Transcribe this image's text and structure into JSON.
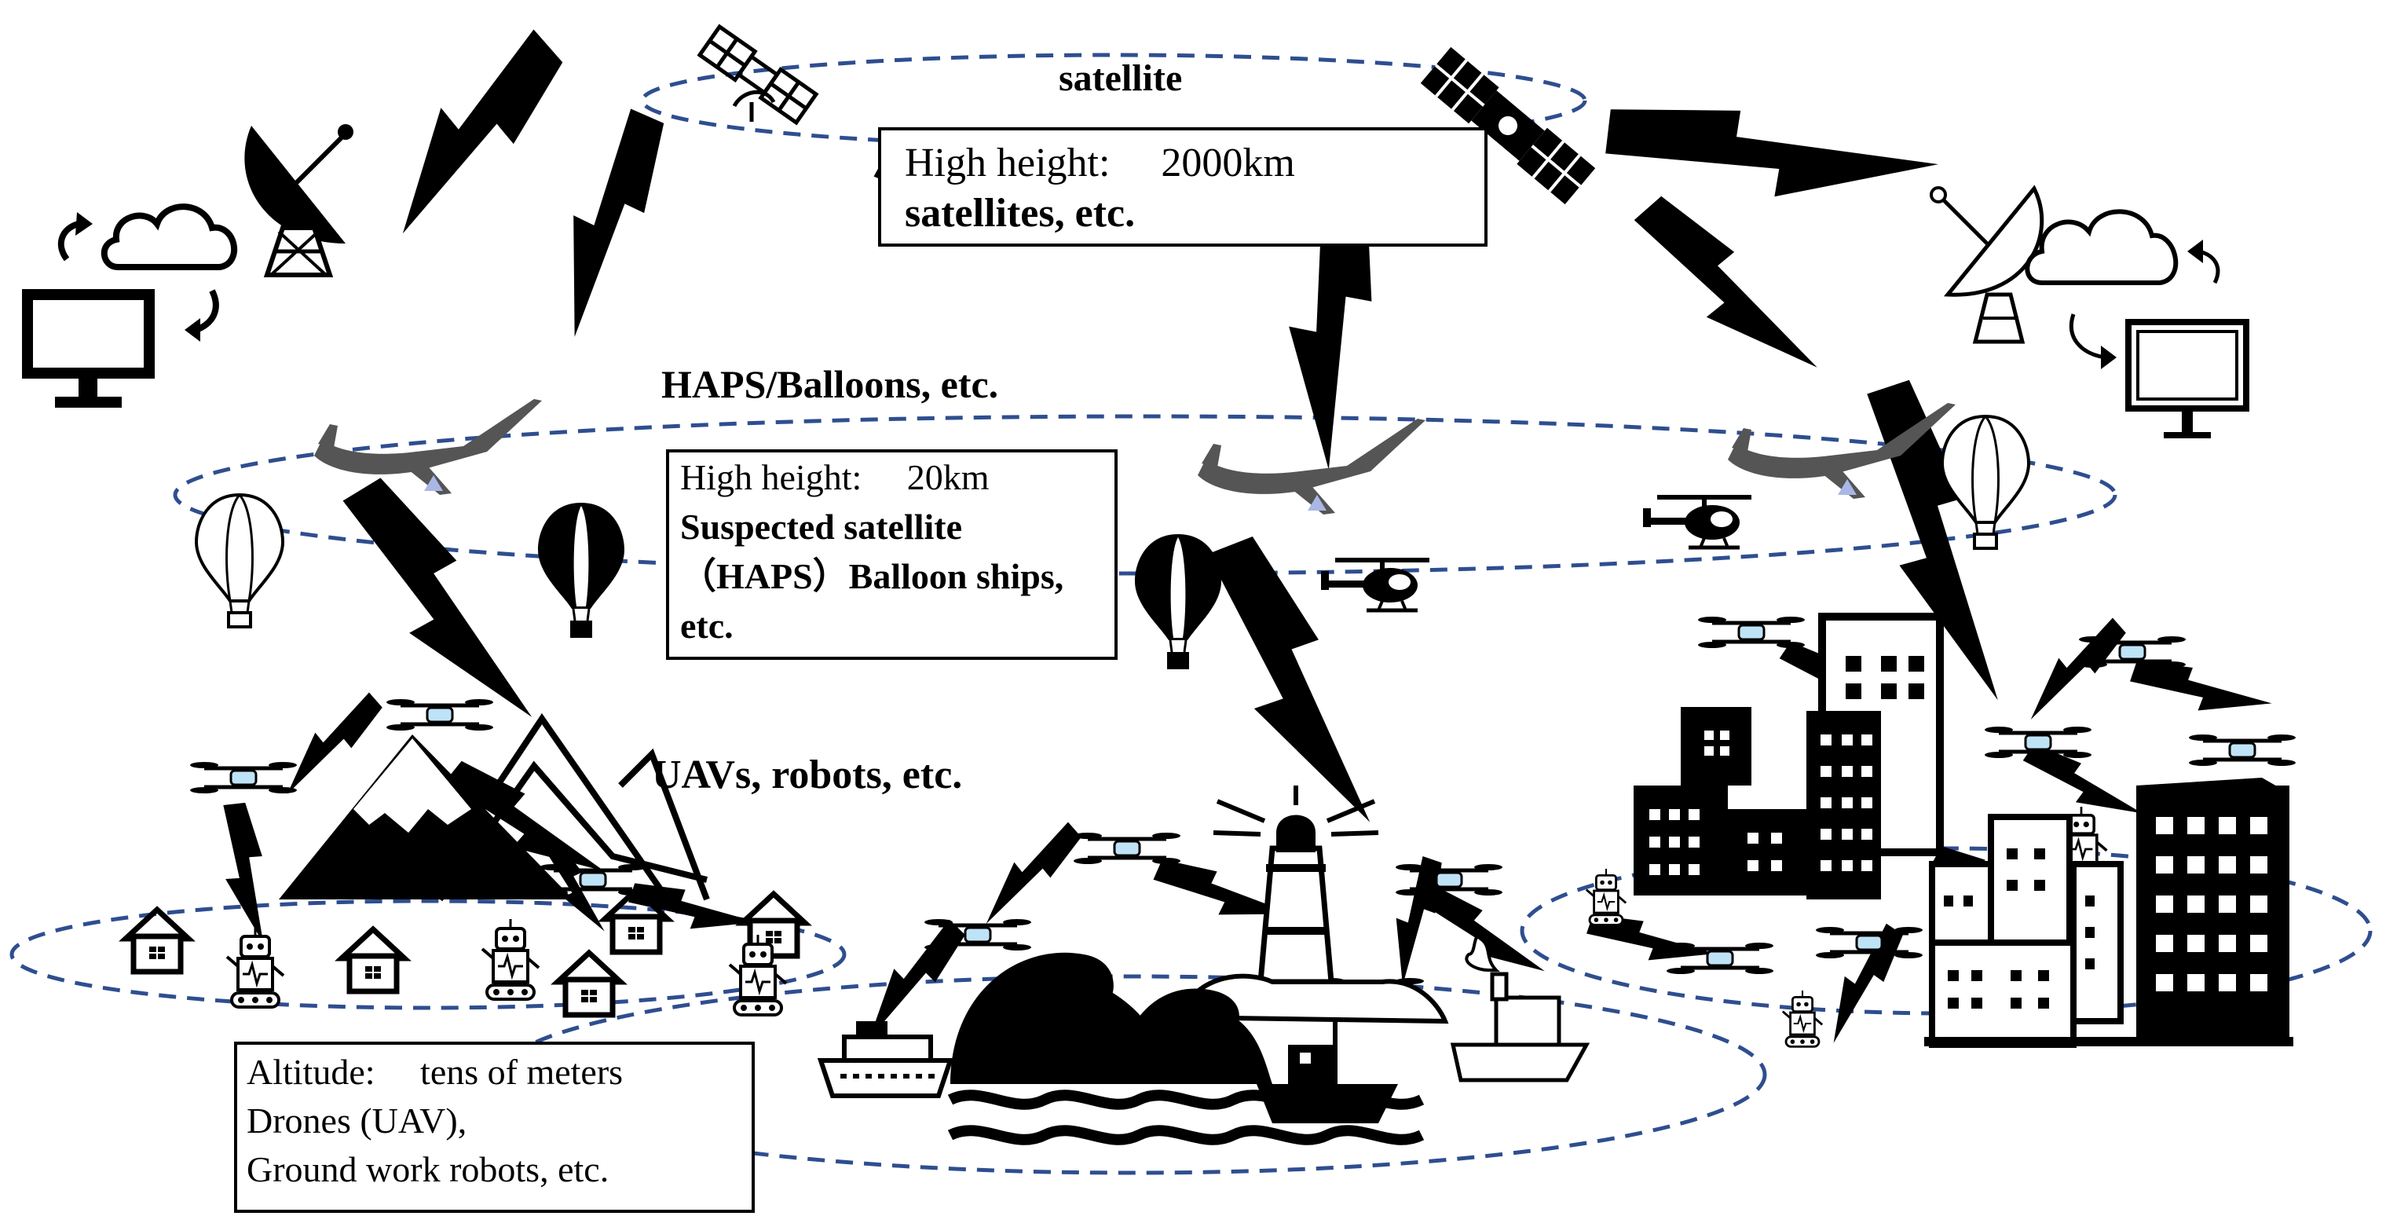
{
  "layers": {
    "satellite_label": "satellite",
    "haps_label": "HAPS/Balloons, etc.",
    "uav_label": "UAVs, robots, etc."
  },
  "boxes": {
    "satellite": {
      "line1": "High height: 　2000km",
      "line2": "satellites, etc."
    },
    "haps": {
      "line1": "High height: 　20km",
      "line2": "Suspected satellite",
      "line3": "（HAPS）Balloon ships,",
      "line4": "etc."
    },
    "ground": {
      "line1": "Altitude: 　tens of meters",
      "line2": "Drones (UAV),",
      "line3": "Ground work robots, etc."
    }
  },
  "colors": {
    "ellipse": "#2e4e8f",
    "ink": "#000000",
    "mark": "#a9b7e6"
  }
}
